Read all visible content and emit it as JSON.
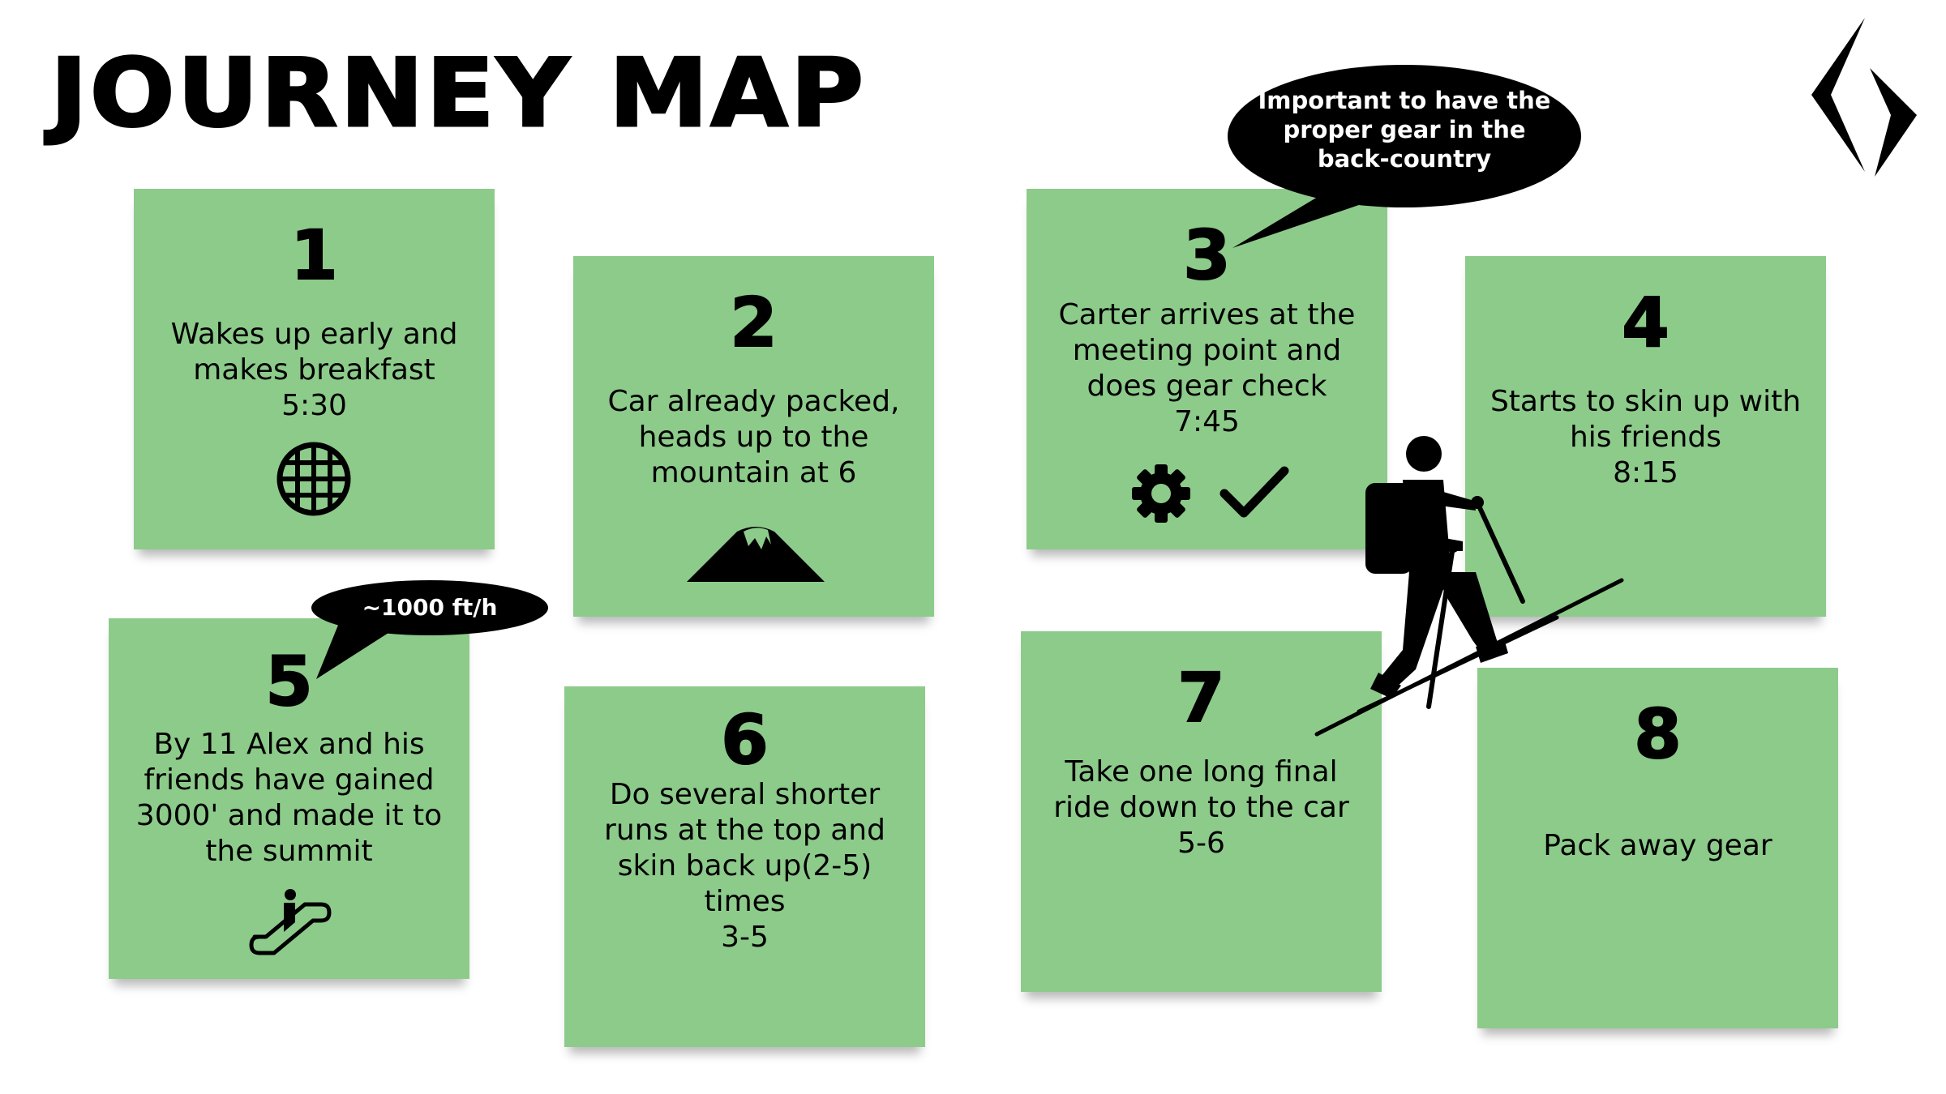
{
  "title": "JOURNEY MAP",
  "notes": [
    {
      "number": "1",
      "lines": [
        "Wakes up early and",
        "makes breakfast",
        "5:30"
      ],
      "icon": "waffle-icon"
    },
    {
      "number": "2",
      "lines": [
        "Car already packed,",
        "heads up to the",
        "mountain at 6"
      ],
      "icon": "mountain-icon"
    },
    {
      "number": "3",
      "lines": [
        "Carter arrives at the",
        "meeting point and",
        "does gear check",
        "7:45"
      ],
      "icon": "gear-check-icons"
    },
    {
      "number": "4",
      "lines": [
        "Starts to skin up with",
        "his friends",
        "8:15"
      ]
    },
    {
      "number": "5",
      "lines": [
        "By 11 Alex and his",
        "friends have gained",
        "3000' and made it to",
        "the summit"
      ],
      "icon": "escalator-icon"
    },
    {
      "number": "6",
      "lines": [
        "Do several shorter",
        "runs at the top and",
        "skin back up(2-5)",
        "times",
        "3-5"
      ]
    },
    {
      "number": "7",
      "lines": [
        "Take one long final",
        "ride down to the car",
        "5-6"
      ]
    },
    {
      "number": "8",
      "lines": [
        "Pack away gear"
      ]
    }
  ],
  "bubbles": {
    "gear": [
      "Important to have the",
      "proper gear in the",
      "back-country"
    ],
    "rate": "~1000 ft/h"
  },
  "colors": {
    "note": "#8dcb8a",
    "ink": "#000000"
  },
  "icons": [
    "logo-icon",
    "waffle-icon",
    "mountain-icon",
    "gear-icon",
    "checkmark-icon",
    "escalator-icon",
    "skier-icon"
  ]
}
